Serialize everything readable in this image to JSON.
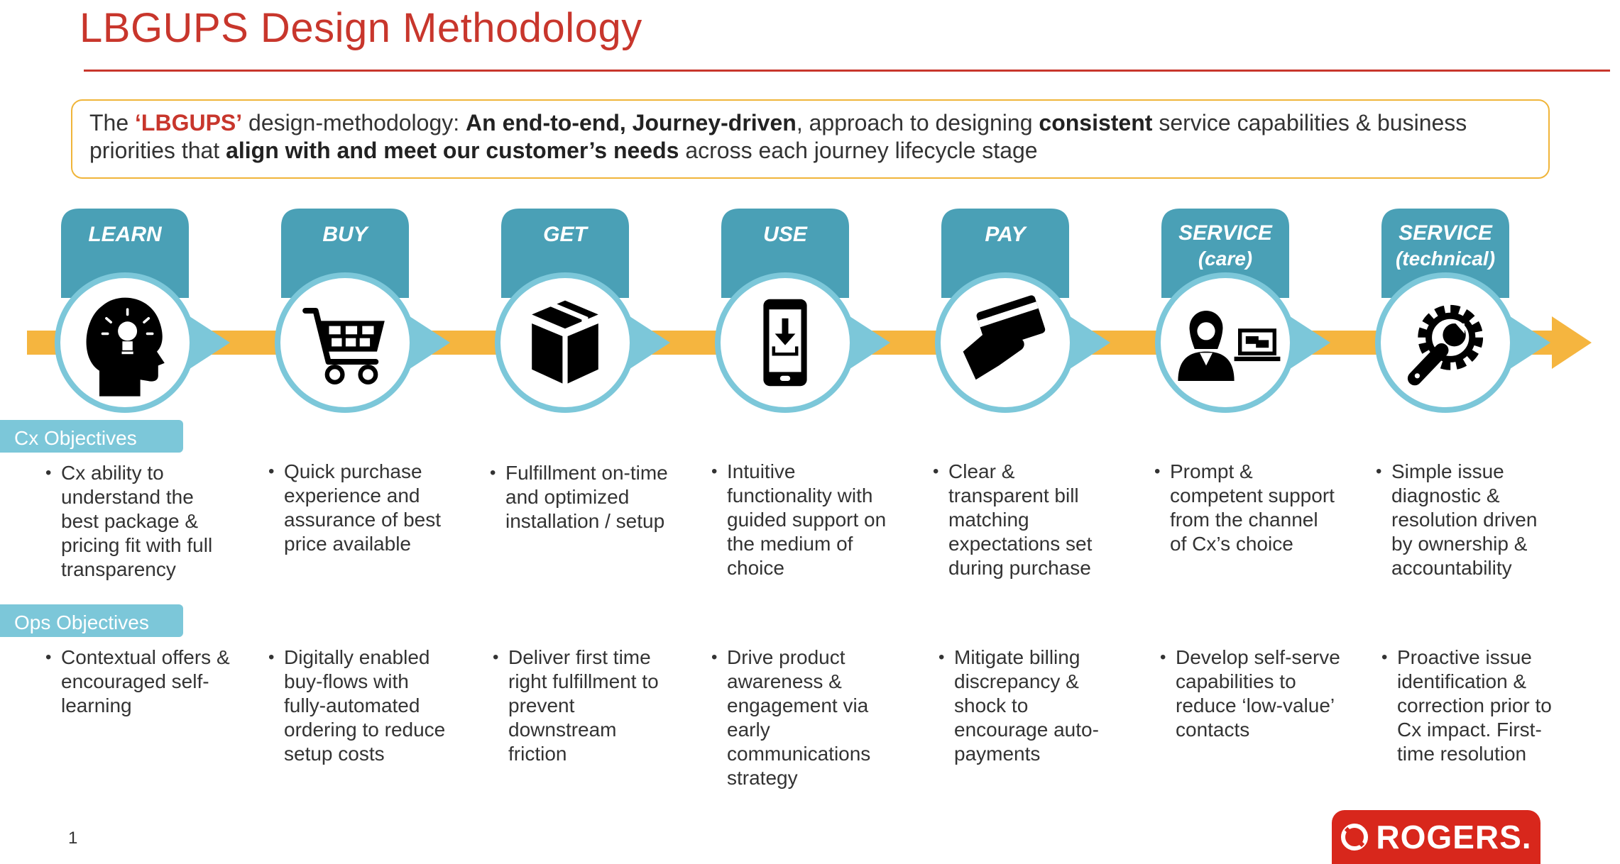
{
  "page": {
    "title": "LBGUPS Design Methodology",
    "page_number": "1"
  },
  "intro": {
    "t1": "The ",
    "t2": "‘LBGUPS’",
    "t3": " design-methodology: ",
    "t4": "An end-to-end, Journey-driven",
    "t5": ", approach to designing ",
    "t6": "consistent",
    "t7": " service capabilities & business priorities that ",
    "t8": "align with and meet our customer’s needs",
    "t9": " across each journey lifecycle stage"
  },
  "labels": {
    "cx": "Cx Objectives",
    "ops": "Ops Objectives"
  },
  "stages": [
    {
      "name": "LEARN",
      "sub": "",
      "icon": "head-lightbulb-icon",
      "cx": "Cx ability to understand the best package & pricing fit with full transparency",
      "ops": "Contextual offers & encouraged self-learning"
    },
    {
      "name": "BUY",
      "sub": "",
      "icon": "shopping-cart-icon",
      "cx": "Quick purchase experience and assurance of best price available",
      "ops": "Digitally enabled buy-flows with fully-automated ordering to reduce setup costs"
    },
    {
      "name": "GET",
      "sub": "",
      "icon": "package-box-icon",
      "cx": "Fulfillment on-time and optimized installation / setup",
      "ops": "Deliver first time right fulfillment to prevent downstream friction"
    },
    {
      "name": "USE",
      "sub": "",
      "icon": "phone-download-icon",
      "cx": "Intuitive functionality with guided support on the medium of choice",
      "ops": "Drive product awareness & engagement via early communications strategy"
    },
    {
      "name": "PAY",
      "sub": "",
      "icon": "hand-card-icon",
      "cx": "Clear & transparent bill matching expectations set during purchase",
      "ops": "Mitigate billing discrepancy & shock to encourage auto-payments"
    },
    {
      "name": "SERVICE",
      "sub": "(care)",
      "icon": "agent-headset-icon",
      "cx": "Prompt & competent support from the channel of Cx’s choice",
      "ops": "Develop self-serve capabilities to reduce ‘low-value’ contacts"
    },
    {
      "name": "SERVICE",
      "sub": "(technical)",
      "icon": "wrench-gear-icon",
      "cx": "Simple issue diagnostic & resolution driven by ownership & accountability",
      "ops": "Proactive issue identification & correction prior to Cx impact. First-time resolution"
    }
  ],
  "brand": {
    "name": "ROGERS.",
    "icon": "rogers-logo-icon"
  },
  "colors": {
    "title": "#c8362c",
    "teal": "#4aa0b6",
    "light_teal": "#7cc7d9",
    "arrow": "#f5b53f",
    "intro_border": "#f0b53a",
    "logo": "#d8271c"
  }
}
